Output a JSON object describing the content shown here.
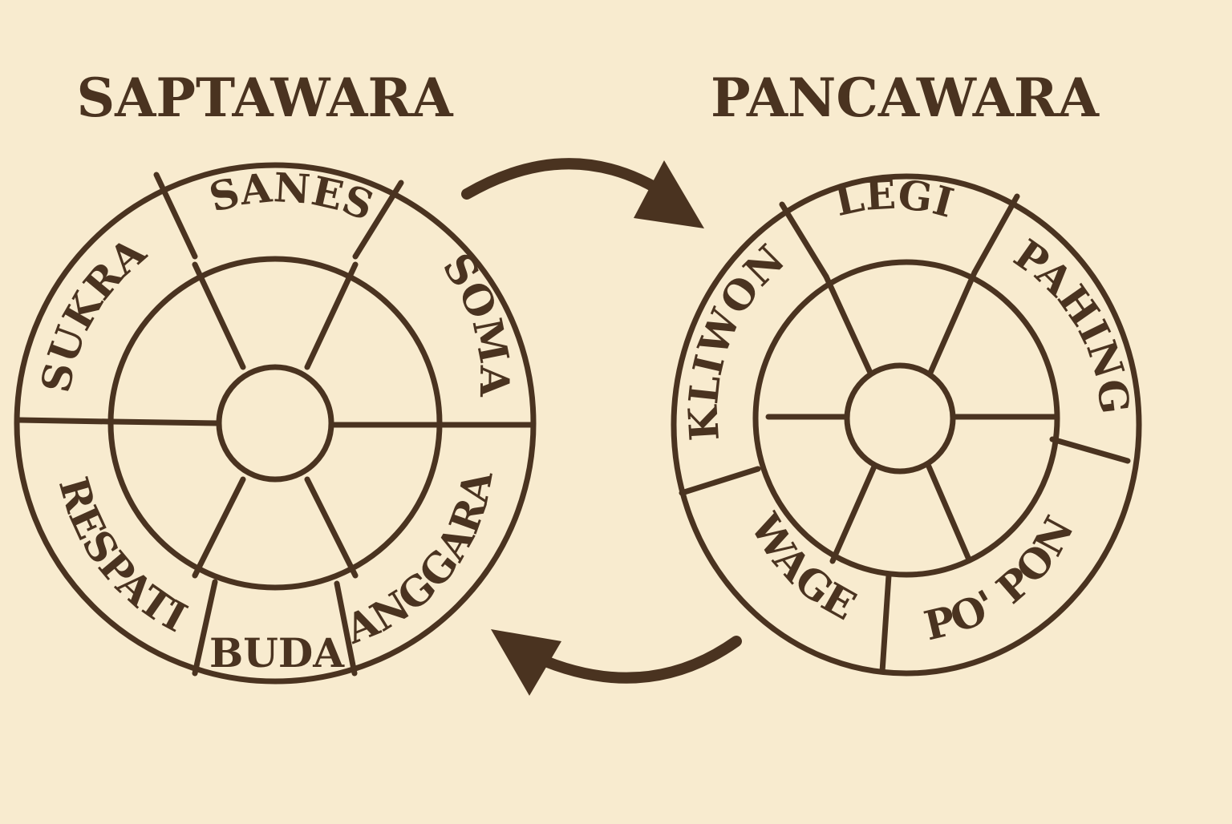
{
  "colors": {
    "background": "#f8ebcf",
    "ink": "#4a3320"
  },
  "left_wheel": {
    "title": "SAPTAWARA",
    "days": [
      "SANES",
      "SOMA",
      "ANGGARA",
      "BUDA",
      "RESPATI",
      "SUKRA"
    ]
  },
  "right_wheel": {
    "title": "PANCAWARA",
    "days": [
      "LEGI",
      "PAHING",
      "PO' PON",
      "WAGE",
      "KLIWON"
    ]
  },
  "arrows": [
    {
      "name": "arrow-to-pancawara",
      "direction": "left-to-right"
    },
    {
      "name": "arrow-to-saptawara",
      "direction": "right-to-left"
    }
  ]
}
